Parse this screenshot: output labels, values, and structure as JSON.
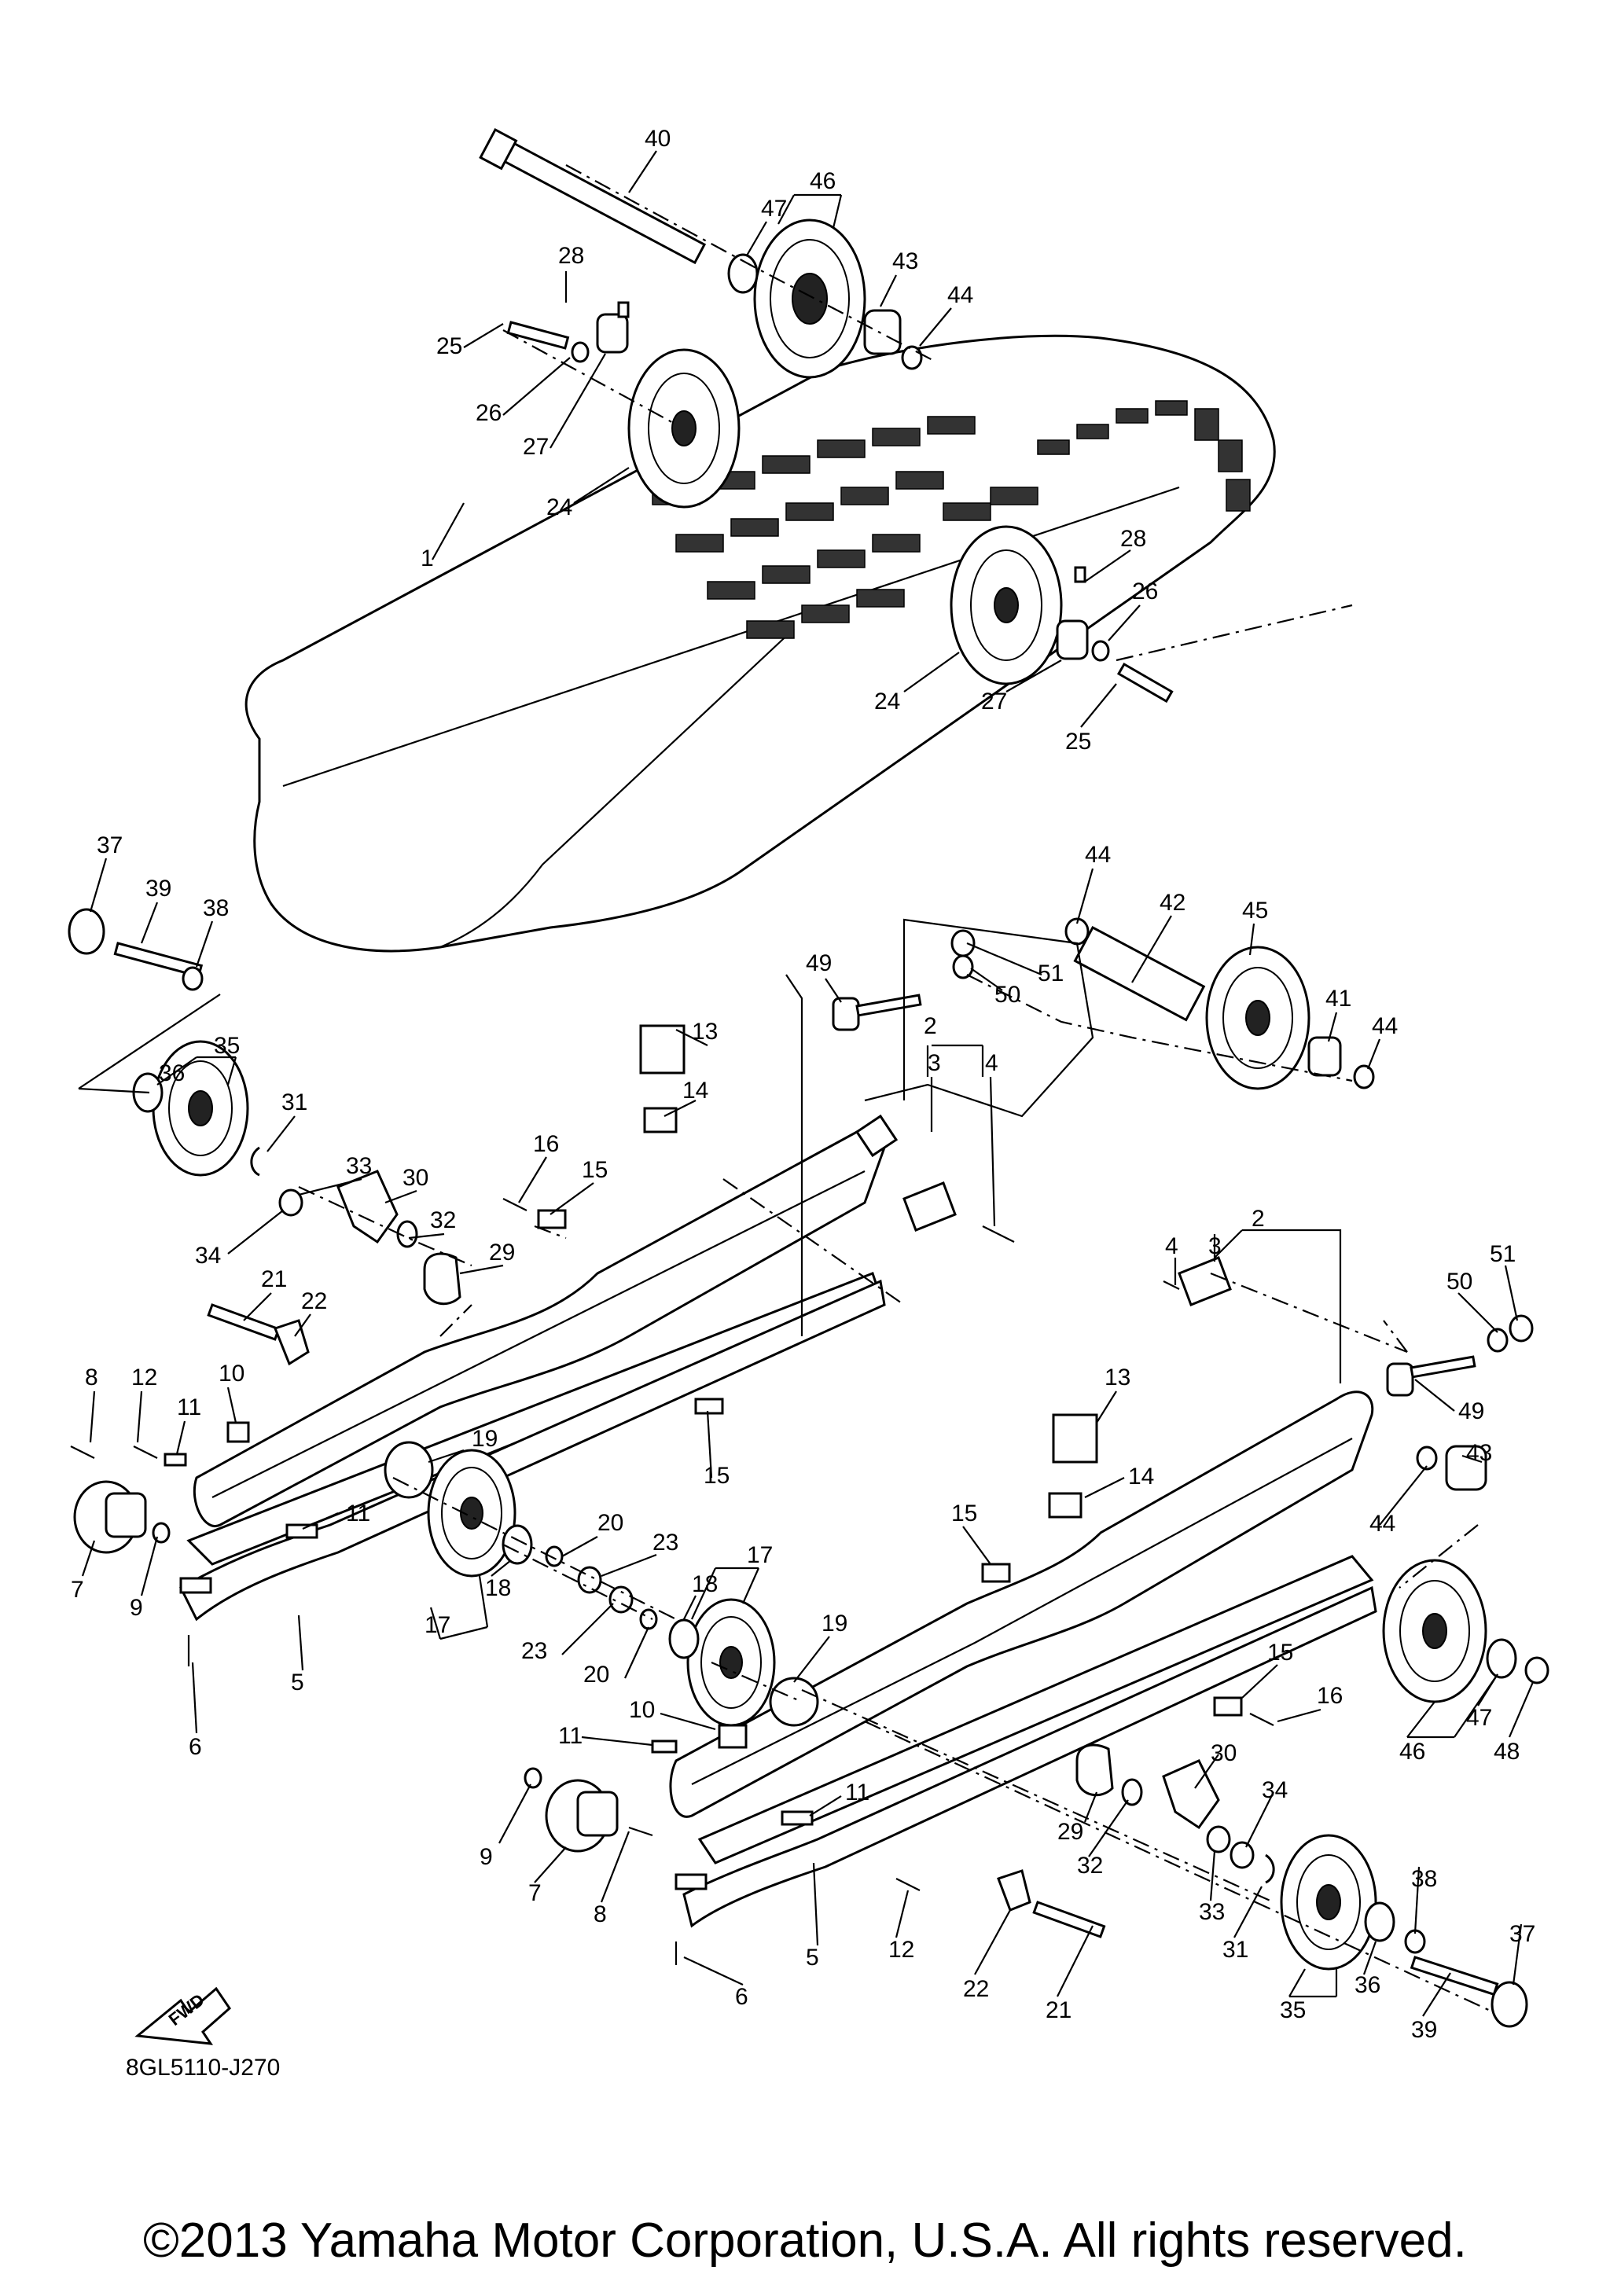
{
  "diagram": {
    "diagram_code": "8GL5110-J270",
    "copyright": "©2013 Yamaha Motor Corporation, U.S.A. All rights reserved.",
    "fwd_label": "FWD",
    "callouts": [
      {
        "id": "c40",
        "text": "40"
      },
      {
        "id": "c46a",
        "text": "46"
      },
      {
        "id": "c47a",
        "text": "47"
      },
      {
        "id": "c43a",
        "text": "43"
      },
      {
        "id": "c44a",
        "text": "44"
      },
      {
        "id": "c28a",
        "text": "28"
      },
      {
        "id": "c25a",
        "text": "25"
      },
      {
        "id": "c26a",
        "text": "26"
      },
      {
        "id": "c27a",
        "text": "27"
      },
      {
        "id": "c24a",
        "text": "24"
      },
      {
        "id": "c1",
        "text": "1"
      },
      {
        "id": "c28b",
        "text": "28"
      },
      {
        "id": "c26b",
        "text": "26"
      },
      {
        "id": "c24b",
        "text": "24"
      },
      {
        "id": "c27b",
        "text": "27"
      },
      {
        "id": "c25b",
        "text": "25"
      },
      {
        "id": "c37a",
        "text": "37"
      },
      {
        "id": "c39a",
        "text": "39"
      },
      {
        "id": "c38a",
        "text": "38"
      },
      {
        "id": "c35a",
        "text": "35"
      },
      {
        "id": "c36a",
        "text": "36"
      },
      {
        "id": "c31a",
        "text": "31"
      },
      {
        "id": "c33a",
        "text": "33"
      },
      {
        "id": "c30a",
        "text": "30"
      },
      {
        "id": "c34a",
        "text": "34"
      },
      {
        "id": "c32a",
        "text": "32"
      },
      {
        "id": "c29a",
        "text": "29"
      },
      {
        "id": "c16a",
        "text": "16"
      },
      {
        "id": "c15a",
        "text": "15"
      },
      {
        "id": "c13a",
        "text": "13"
      },
      {
        "id": "c14a",
        "text": "14"
      },
      {
        "id": "c49a",
        "text": "49"
      },
      {
        "id": "c44b",
        "text": "44"
      },
      {
        "id": "c42",
        "text": "42"
      },
      {
        "id": "c45",
        "text": "45"
      },
      {
        "id": "c51a",
        "text": "51"
      },
      {
        "id": "c50a",
        "text": "50"
      },
      {
        "id": "c2a",
        "text": "2"
      },
      {
        "id": "c3a",
        "text": "3"
      },
      {
        "id": "c4a",
        "text": "4"
      },
      {
        "id": "c41",
        "text": "41"
      },
      {
        "id": "c44c",
        "text": "44"
      },
      {
        "id": "c21a",
        "text": "21"
      },
      {
        "id": "c22a",
        "text": "22"
      },
      {
        "id": "c8a",
        "text": "8"
      },
      {
        "id": "c12a",
        "text": "12"
      },
      {
        "id": "c10a",
        "text": "10"
      },
      {
        "id": "c11a",
        "text": "11"
      },
      {
        "id": "c19a",
        "text": "19"
      },
      {
        "id": "c15b",
        "text": "15"
      },
      {
        "id": "c11b",
        "text": "11"
      },
      {
        "id": "c7a",
        "text": "7"
      },
      {
        "id": "c9a",
        "text": "9"
      },
      {
        "id": "c5a",
        "text": "5"
      },
      {
        "id": "c6a",
        "text": "6"
      },
      {
        "id": "c17a",
        "text": "17"
      },
      {
        "id": "c18a",
        "text": "18"
      },
      {
        "id": "c20a",
        "text": "20"
      },
      {
        "id": "c23a",
        "text": "23"
      },
      {
        "id": "c23b",
        "text": "23"
      },
      {
        "id": "c20b",
        "text": "20"
      },
      {
        "id": "c17b",
        "text": "17"
      },
      {
        "id": "c18b",
        "text": "18"
      },
      {
        "id": "c2b",
        "text": "2"
      },
      {
        "id": "c4b",
        "text": "4"
      },
      {
        "id": "c3b",
        "text": "3"
      },
      {
        "id": "c51b",
        "text": "51"
      },
      {
        "id": "c50b",
        "text": "50"
      },
      {
        "id": "c49b",
        "text": "49"
      },
      {
        "id": "c13b",
        "text": "13"
      },
      {
        "id": "c14b",
        "text": "14"
      },
      {
        "id": "c43b",
        "text": "43"
      },
      {
        "id": "c44d",
        "text": "44"
      },
      {
        "id": "c15c",
        "text": "15"
      },
      {
        "id": "c15d",
        "text": "15"
      },
      {
        "id": "c16b",
        "text": "16"
      },
      {
        "id": "c19b",
        "text": "19"
      },
      {
        "id": "c10b",
        "text": "10"
      },
      {
        "id": "c11c",
        "text": "11"
      },
      {
        "id": "c11d",
        "text": "11"
      },
      {
        "id": "c46b",
        "text": "46"
      },
      {
        "id": "c47b",
        "text": "47"
      },
      {
        "id": "c48",
        "text": "48"
      },
      {
        "id": "c30b",
        "text": "30"
      },
      {
        "id": "c34b",
        "text": "34"
      },
      {
        "id": "c29b",
        "text": "29"
      },
      {
        "id": "c32b",
        "text": "32"
      },
      {
        "id": "c9b",
        "text": "9"
      },
      {
        "id": "c7b",
        "text": "7"
      },
      {
        "id": "c8b",
        "text": "8"
      },
      {
        "id": "c33b",
        "text": "33"
      },
      {
        "id": "c31b",
        "text": "31"
      },
      {
        "id": "c38b",
        "text": "38"
      },
      {
        "id": "c37b",
        "text": "37"
      },
      {
        "id": "c12b",
        "text": "12"
      },
      {
        "id": "c5b",
        "text": "5"
      },
      {
        "id": "c22b",
        "text": "22"
      },
      {
        "id": "c21b",
        "text": "21"
      },
      {
        "id": "c35b",
        "text": "35"
      },
      {
        "id": "c36b",
        "text": "36"
      },
      {
        "id": "c39b",
        "text": "39"
      },
      {
        "id": "c6b",
        "text": "6"
      }
    ]
  }
}
